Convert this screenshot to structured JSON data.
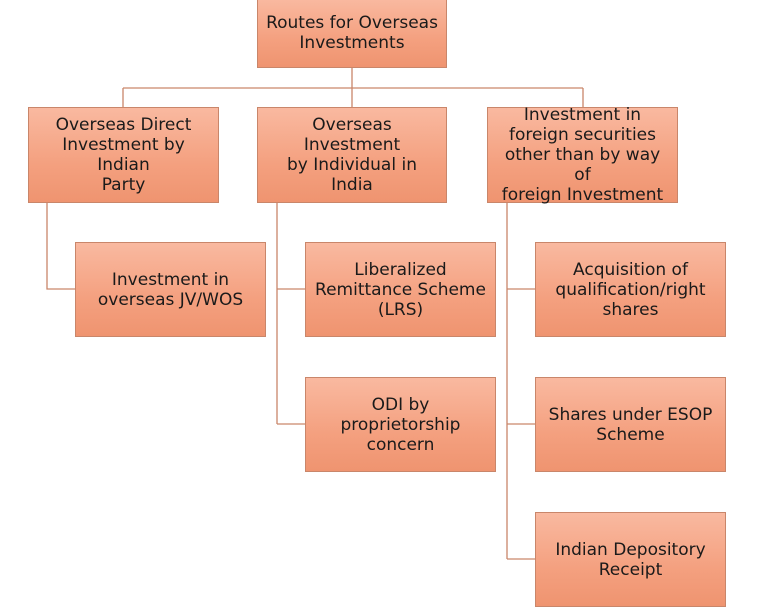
{
  "root": {
    "label": "Routes for Overseas\nInvestments"
  },
  "branches": [
    {
      "label": "Overseas Direct\nInvestment by Indian\nParty"
    },
    {
      "label": "Overseas Investment\nby Individual in India"
    },
    {
      "label": "Investment  in\nforeign securities\nother than by way of\nforeign Investment"
    }
  ],
  "leaves": [
    {
      "label": "Investment in\noverseas JV/WOS"
    },
    {
      "label": "Liberalized\nRemittance Scheme\n(LRS)"
    },
    {
      "label": "ODI by\nproprietorship\nconcern"
    },
    {
      "label": "Acquisition of\nqualification/right\nshares"
    },
    {
      "label": "Shares under ESOP\nScheme"
    },
    {
      "label": "Indian Depository\nReceipt"
    }
  ],
  "colors": {
    "box_fill": "#f4a07f",
    "line": "#c9866a"
  }
}
